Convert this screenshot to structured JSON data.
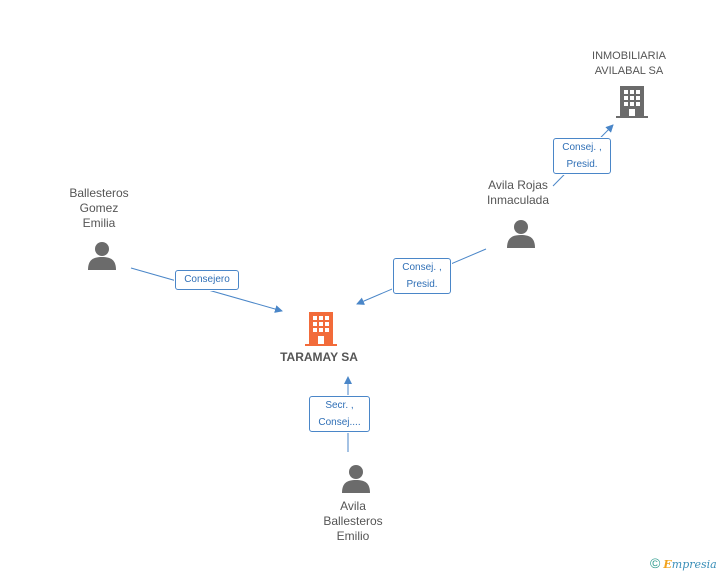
{
  "nodes": {
    "inmobiliaria": {
      "name": "INMOBILIARIA\nAVILABAL SA",
      "type": "company-icon"
    },
    "ballesteros_gomez": {
      "name": "Ballesteros\nGomez\nEmilia",
      "type": "person-icon"
    },
    "avila_rojas": {
      "name": "Avila Rojas\nInmaculada",
      "type": "person-icon"
    },
    "taramay": {
      "name": "TARAMAY SA",
      "type": "company-icon",
      "color": "#f26b3a"
    },
    "avila_ballesteros": {
      "name": "Avila\nBallesteros\nEmilio",
      "type": "person-icon"
    }
  },
  "edges": {
    "avila_rojas_to_inmobiliaria": "Consej. ,\nPresid.",
    "ballesteros_to_taramay": "Consejero",
    "avila_rojas_to_taramay": "Consej. ,\nPresid.",
    "avila_ballesteros_to_taramay": "Secr. ,\nConsej...."
  },
  "colors": {
    "edge": "#4a86c8",
    "person": "#6b6b6b",
    "company": "#6b6b6b",
    "main_company": "#f26b3a"
  },
  "footer": {
    "copyright": "©",
    "brand_initial": "E",
    "brand_rest": "mpresia"
  }
}
